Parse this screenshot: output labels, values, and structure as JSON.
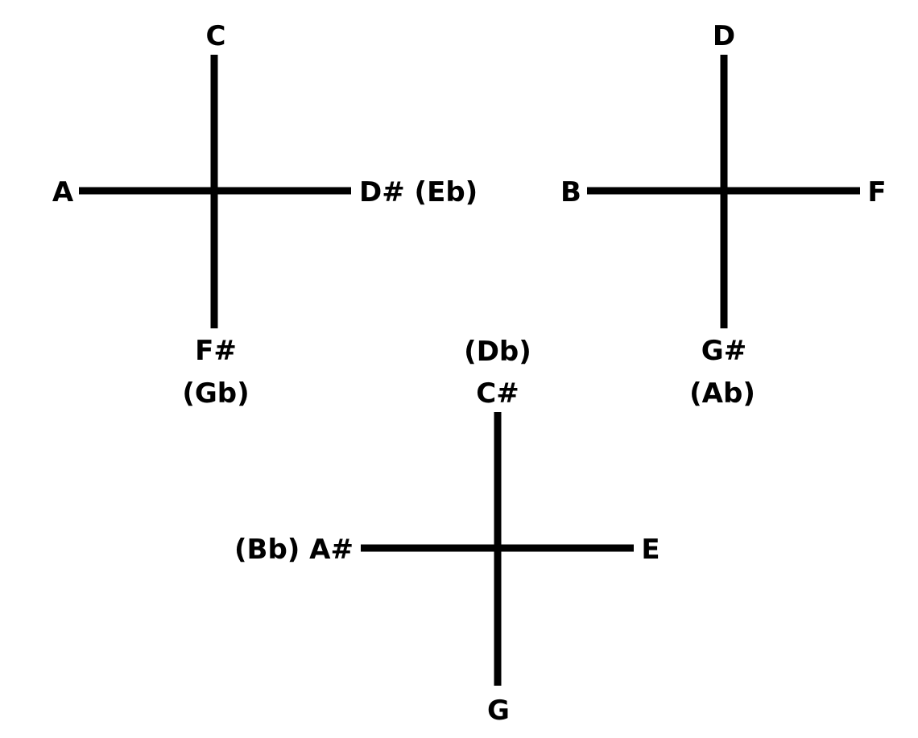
{
  "line_color": "#000000",
  "background_color": "#ffffff",
  "crosses": [
    {
      "top": "C",
      "left": "A",
      "right": "D# (Eb)",
      "bottom_line1": "F#",
      "bottom_line2": "(Gb)"
    },
    {
      "top": "D",
      "left": "B",
      "right": "F",
      "bottom_line1": "G#",
      "bottom_line2": "(Ab)"
    },
    {
      "top_line1": "(Db)",
      "top_line2": "C#",
      "left": "(Bb) A#",
      "right": "E",
      "bottom": "G"
    }
  ]
}
